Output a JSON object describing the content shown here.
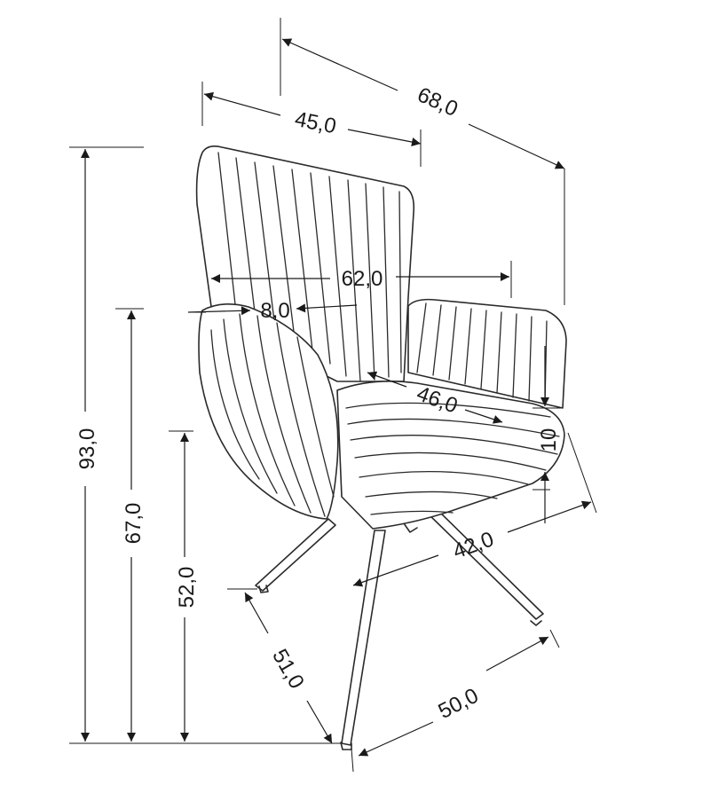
{
  "dimensions": {
    "overall_depth": "68,0",
    "seat_width": "45,0",
    "overall_height": "93,0",
    "overall_width": "62,0",
    "armrest_width": "8,0",
    "armrest_height": "67,0",
    "seat_depth": "46,0",
    "seat_thickness": "10",
    "seat_height": "52,0",
    "seat_front_width": "42,0",
    "base_depth": "51,0",
    "base_width": "50,0"
  },
  "colors": {
    "line": "#1a1a1a",
    "background": "#ffffff"
  }
}
